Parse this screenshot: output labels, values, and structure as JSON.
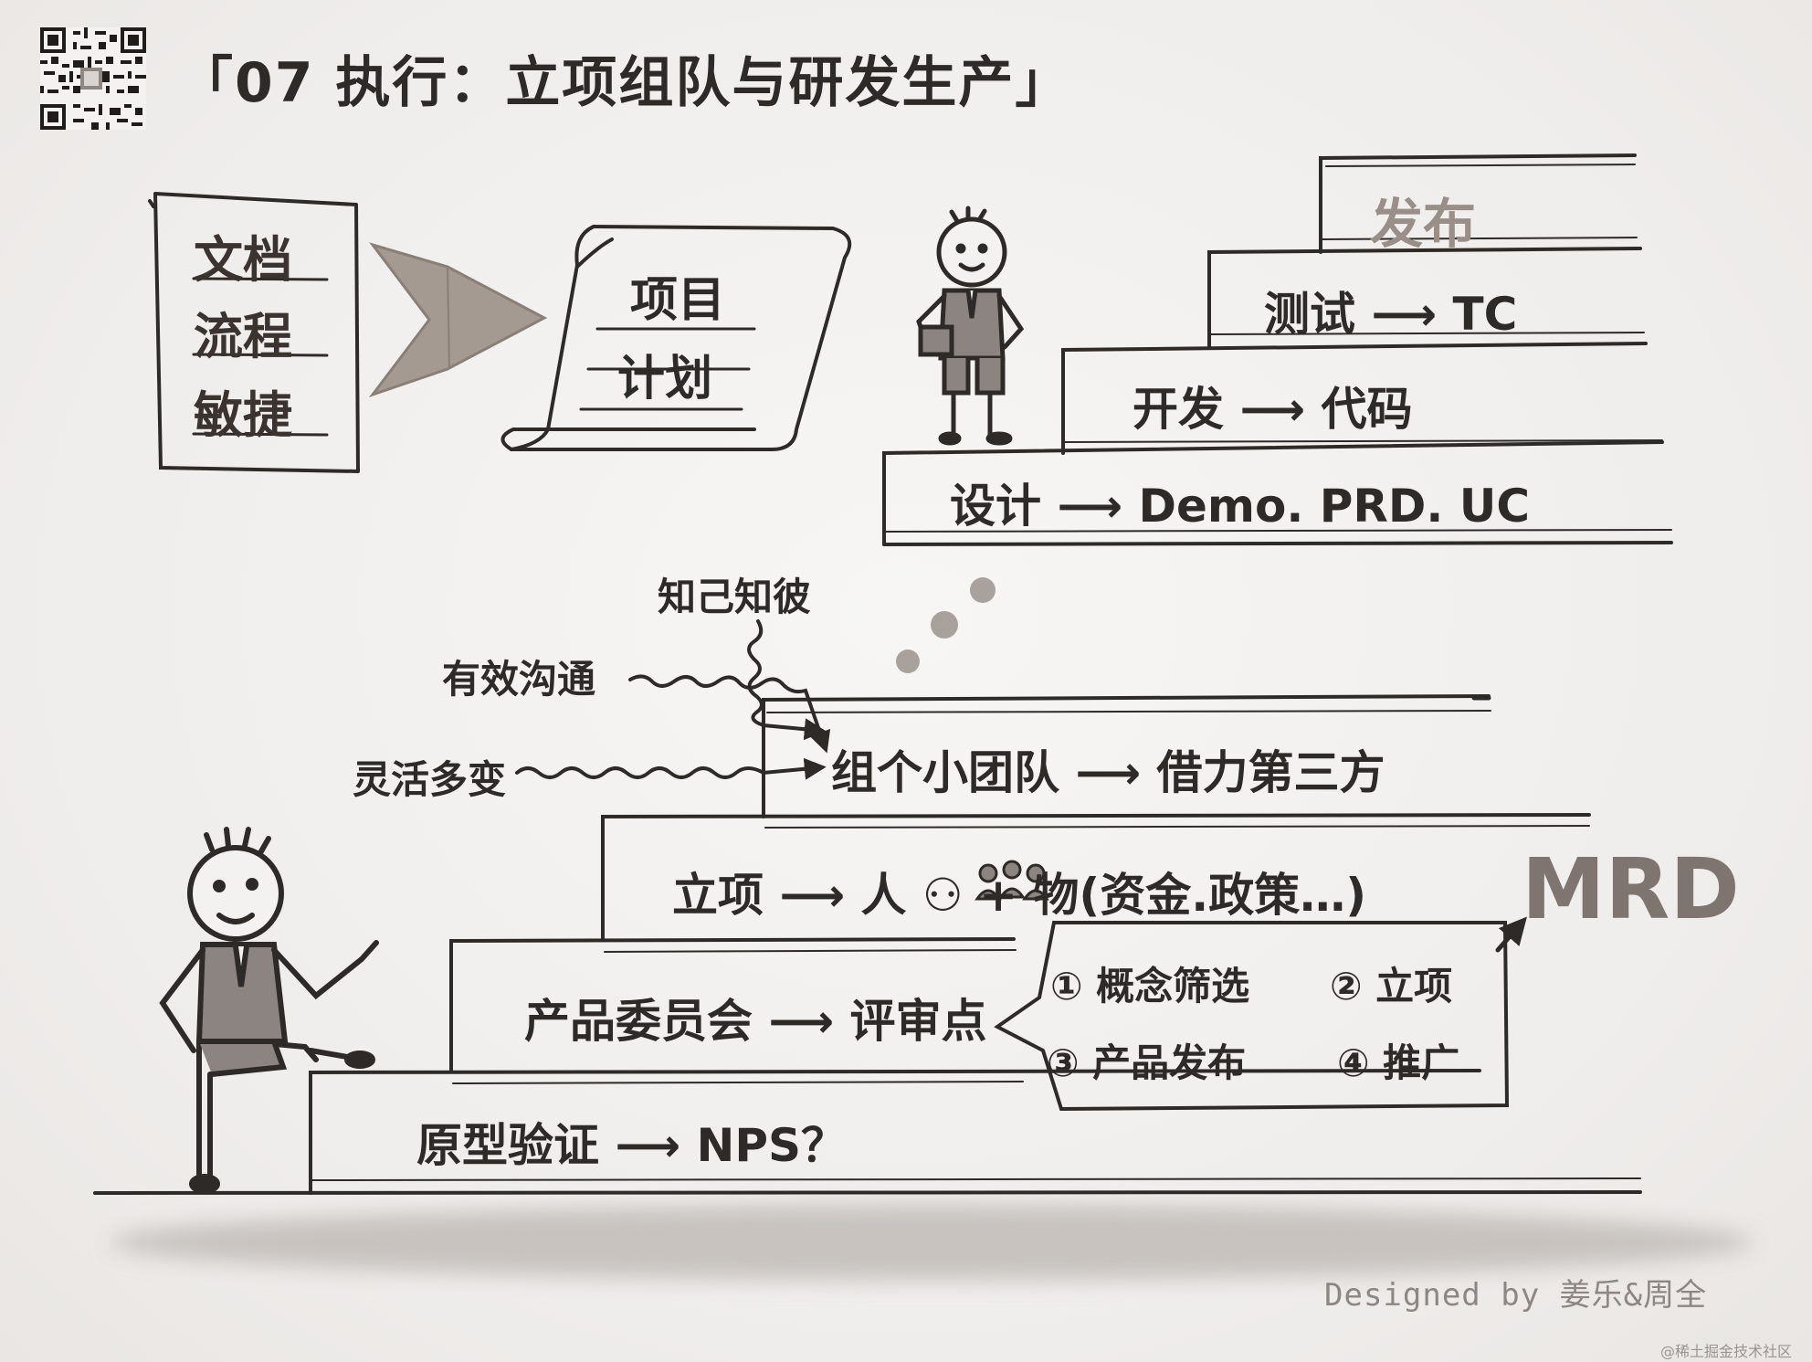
{
  "title": "「07 执行：立项组队与研发生产」",
  "left_sheet": {
    "items": [
      "文档",
      "流程",
      "敏捷"
    ]
  },
  "scroll": {
    "lines": [
      "项目",
      "计划"
    ]
  },
  "upper_stairs": [
    {
      "text": "设计 ⟶ Demo. PRD. UC"
    },
    {
      "text": "开发 ⟶ 代码"
    },
    {
      "text": "测试 ⟶ TC"
    },
    {
      "text": "发布"
    }
  ],
  "lower_stairs": [
    {
      "text": "原型验证 ⟶ NPS？"
    },
    {
      "text": "产品委员会 ⟶ 评审点"
    },
    {
      "text": "立项 ⟶ 人 ⚇ + 物(资金.政策…)"
    },
    {
      "text": "组个小团队 ⟶ 借力第三方"
    }
  ],
  "inputs": [
    "知己知彼",
    "有效沟通",
    "灵活多变"
  ],
  "review_points": [
    "① 概念筛选",
    "② 立项",
    "③ 产品发布",
    "④ 推广"
  ],
  "mrd_label": "MRD",
  "credit": "Designed by 姜乐&周全",
  "watermark": "@稀土掘金技术社区",
  "colors": {
    "ink": "#2e2a27",
    "arrow_fill": "#a59a92",
    "shadow": "#cbc6c2",
    "muted": "#8d8682"
  }
}
